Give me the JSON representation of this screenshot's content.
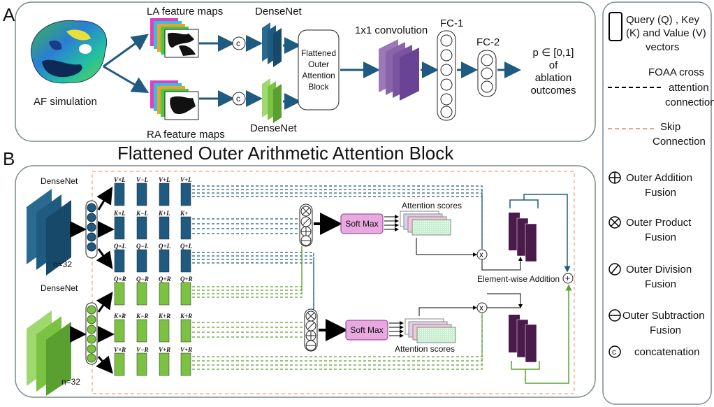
{
  "panel_a": {
    "letter": "A",
    "af_simulation": "AF simulation",
    "la_feature_maps": "LA feature maps",
    "ra_feature_maps": "RA feature maps",
    "concat_symbol": "c",
    "densenet_top": "DenseNet",
    "densenet_bottom": "DenseNet",
    "foaa_block": [
      "Flattened",
      "Outer",
      "Attention",
      "Block"
    ],
    "conv": "1x1 convolution",
    "fc1": "FC-1",
    "fc2": "FC-2",
    "output": [
      "p ∈ [0,1]",
      "of",
      "ablation",
      "outcomes"
    ]
  },
  "panel_b": {
    "letter": "B",
    "title": "Flattened Outer Arithmetic Attention Block",
    "densenet_top": "DenseNet",
    "densenet_bottom": "DenseNet",
    "n_top": "n=32",
    "n_bottom": "n=32",
    "v_l": [
      "V×L",
      "V−L",
      "V+L",
      "V+L"
    ],
    "k_l": [
      "K×L",
      "K−L",
      "K+L",
      "K+"
    ],
    "q_l": [
      "Q×L",
      "Q−L",
      "Q+L",
      "Q+L"
    ],
    "q_r": [
      "Q×R",
      "Q−R",
      "Q+R",
      "Q+R"
    ],
    "k_r": [
      "K×R",
      "K−R",
      "K+R",
      "K+R"
    ],
    "v_r": [
      "V×R",
      "V−R",
      "V+R",
      "V+R"
    ],
    "softmax_top": "Soft Max",
    "softmax_bottom": "Soft Max",
    "attn_top": "Attention scores",
    "attn_bottom": "Attention scores",
    "multiply_symbol": "x",
    "add_symbol": "+",
    "elementwise": "Element-wise Addition"
  },
  "legend": {
    "qkv": [
      "Query (Q) , Key",
      "(K) and Value (V)",
      "vectors"
    ],
    "foaa": [
      "FOAA cross",
      "attention",
      "connection"
    ],
    "skip": [
      "Skip",
      "Connection"
    ],
    "outer_add": [
      "Outer Addition",
      "Fusion"
    ],
    "outer_prod": [
      "Outer Product",
      "Fusion"
    ],
    "outer_div": [
      "Outer Division",
      "Fusion"
    ],
    "outer_sub": [
      "Outer Subtraction",
      "Fusion"
    ],
    "concat_symbol": "c",
    "concat": "concatenation"
  },
  "colors": {
    "blue": "#1f5a80",
    "green": "#7cc242",
    "purple": "#4a1a4a",
    "violet": "#8a64a8",
    "softmax": "#e8a8e0",
    "frame": "#7a8a8a"
  }
}
